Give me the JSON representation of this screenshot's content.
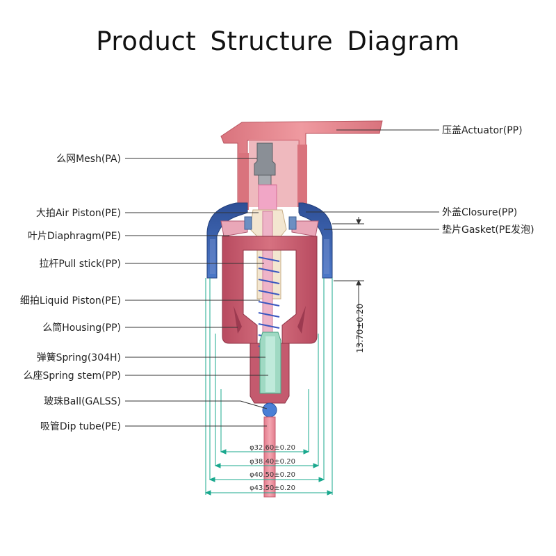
{
  "title": "Product Structure Diagram",
  "parts_left": [
    "么网Mesh(PA)",
    "大拍Air Piston(PE)",
    "叶片Diaphragm(PE)",
    "拉杆Pull stick(PP)",
    "细拍Liquid Piston(PE)",
    "么筒Housing(PP)",
    "弹簧Spring(304H)",
    "么座Spring stem(PP)",
    "玻珠Ball(GALSS)",
    "吸管Dip tube(PE)"
  ],
  "parts_right": [
    "压盖Actuator(PP)",
    "外盖Closure(PP)",
    "垫片Gasket(PE发泡)"
  ],
  "dimensions": {
    "vertical": "13.70±0.20",
    "diameters": [
      "φ32.60±0.20",
      "φ38.40±0.20",
      "φ40.50±0.20",
      "φ43.50±0.20"
    ]
  },
  "colors": {
    "actuator": "#e8868c",
    "closure": "#3b63b0",
    "housing": "#c5566a",
    "mesh": "#8a8f96",
    "stem": "#9fd9c3",
    "ball": "#4a7fd6",
    "dim_line": "#1aa88e"
  }
}
